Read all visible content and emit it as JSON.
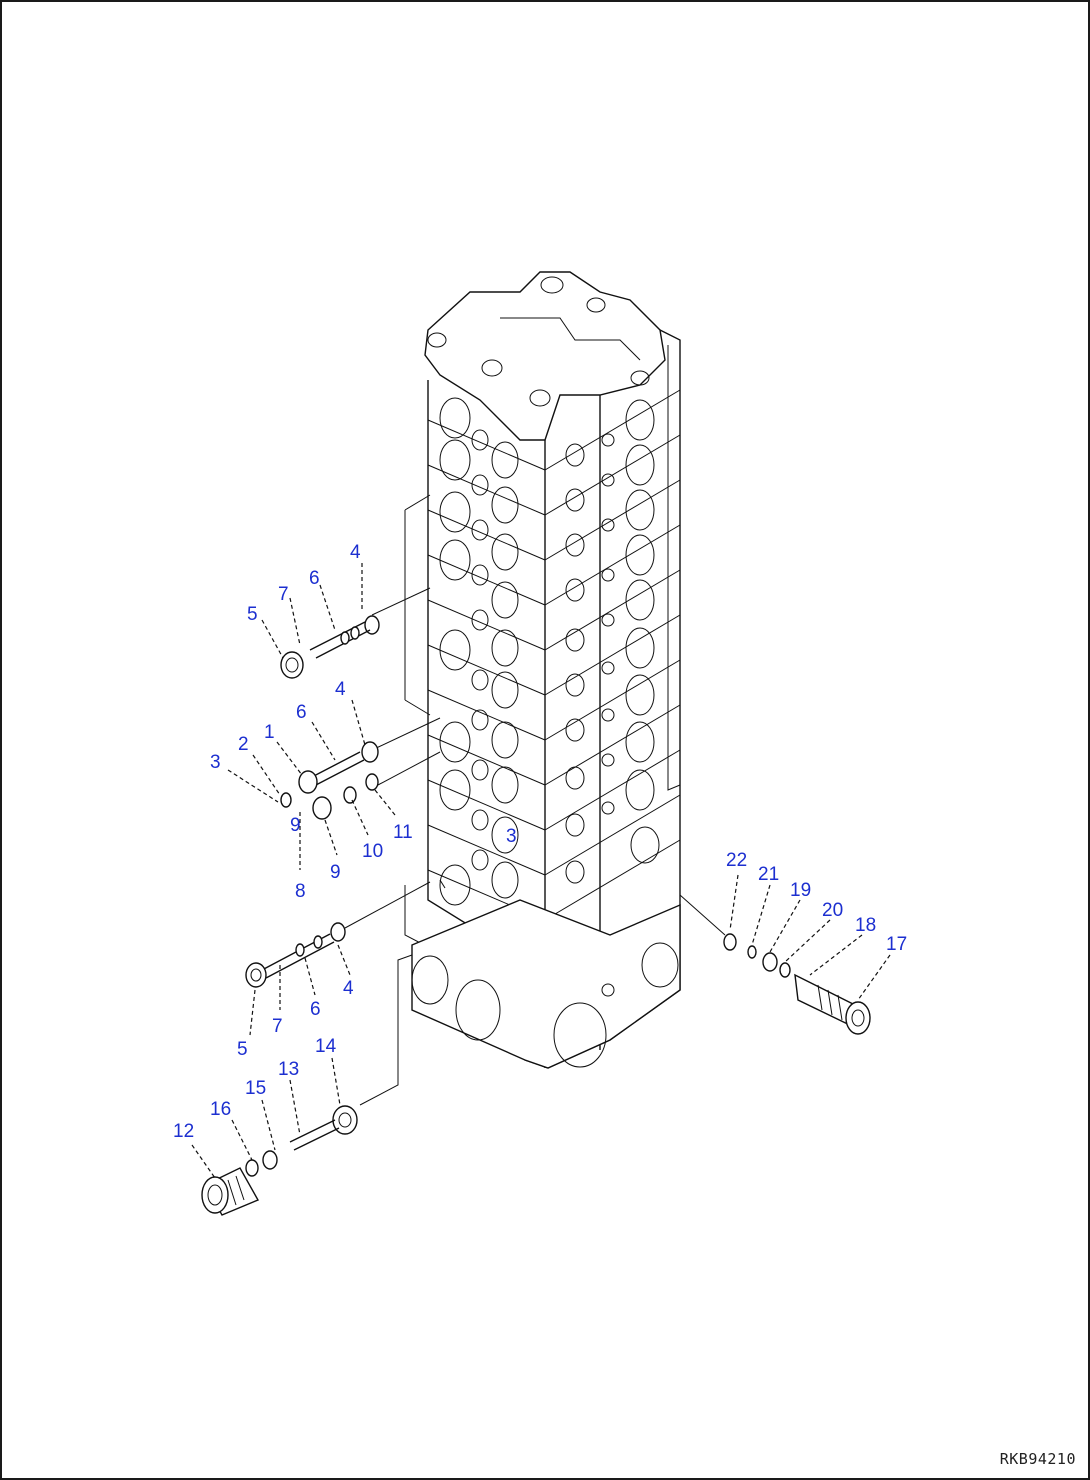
{
  "drawing_code": "RKB94210",
  "accent_color": "#1c2fd0",
  "callouts": [
    "4",
    "7",
    "6",
    "5",
    "4",
    "6",
    "1",
    "2",
    "3",
    "9",
    "9",
    "10",
    "11",
    "3",
    "8",
    "22",
    "21",
    "19",
    "20",
    "18",
    "17",
    "4",
    "6",
    "7",
    "5",
    "14",
    "13",
    "15",
    "16",
    "12"
  ]
}
